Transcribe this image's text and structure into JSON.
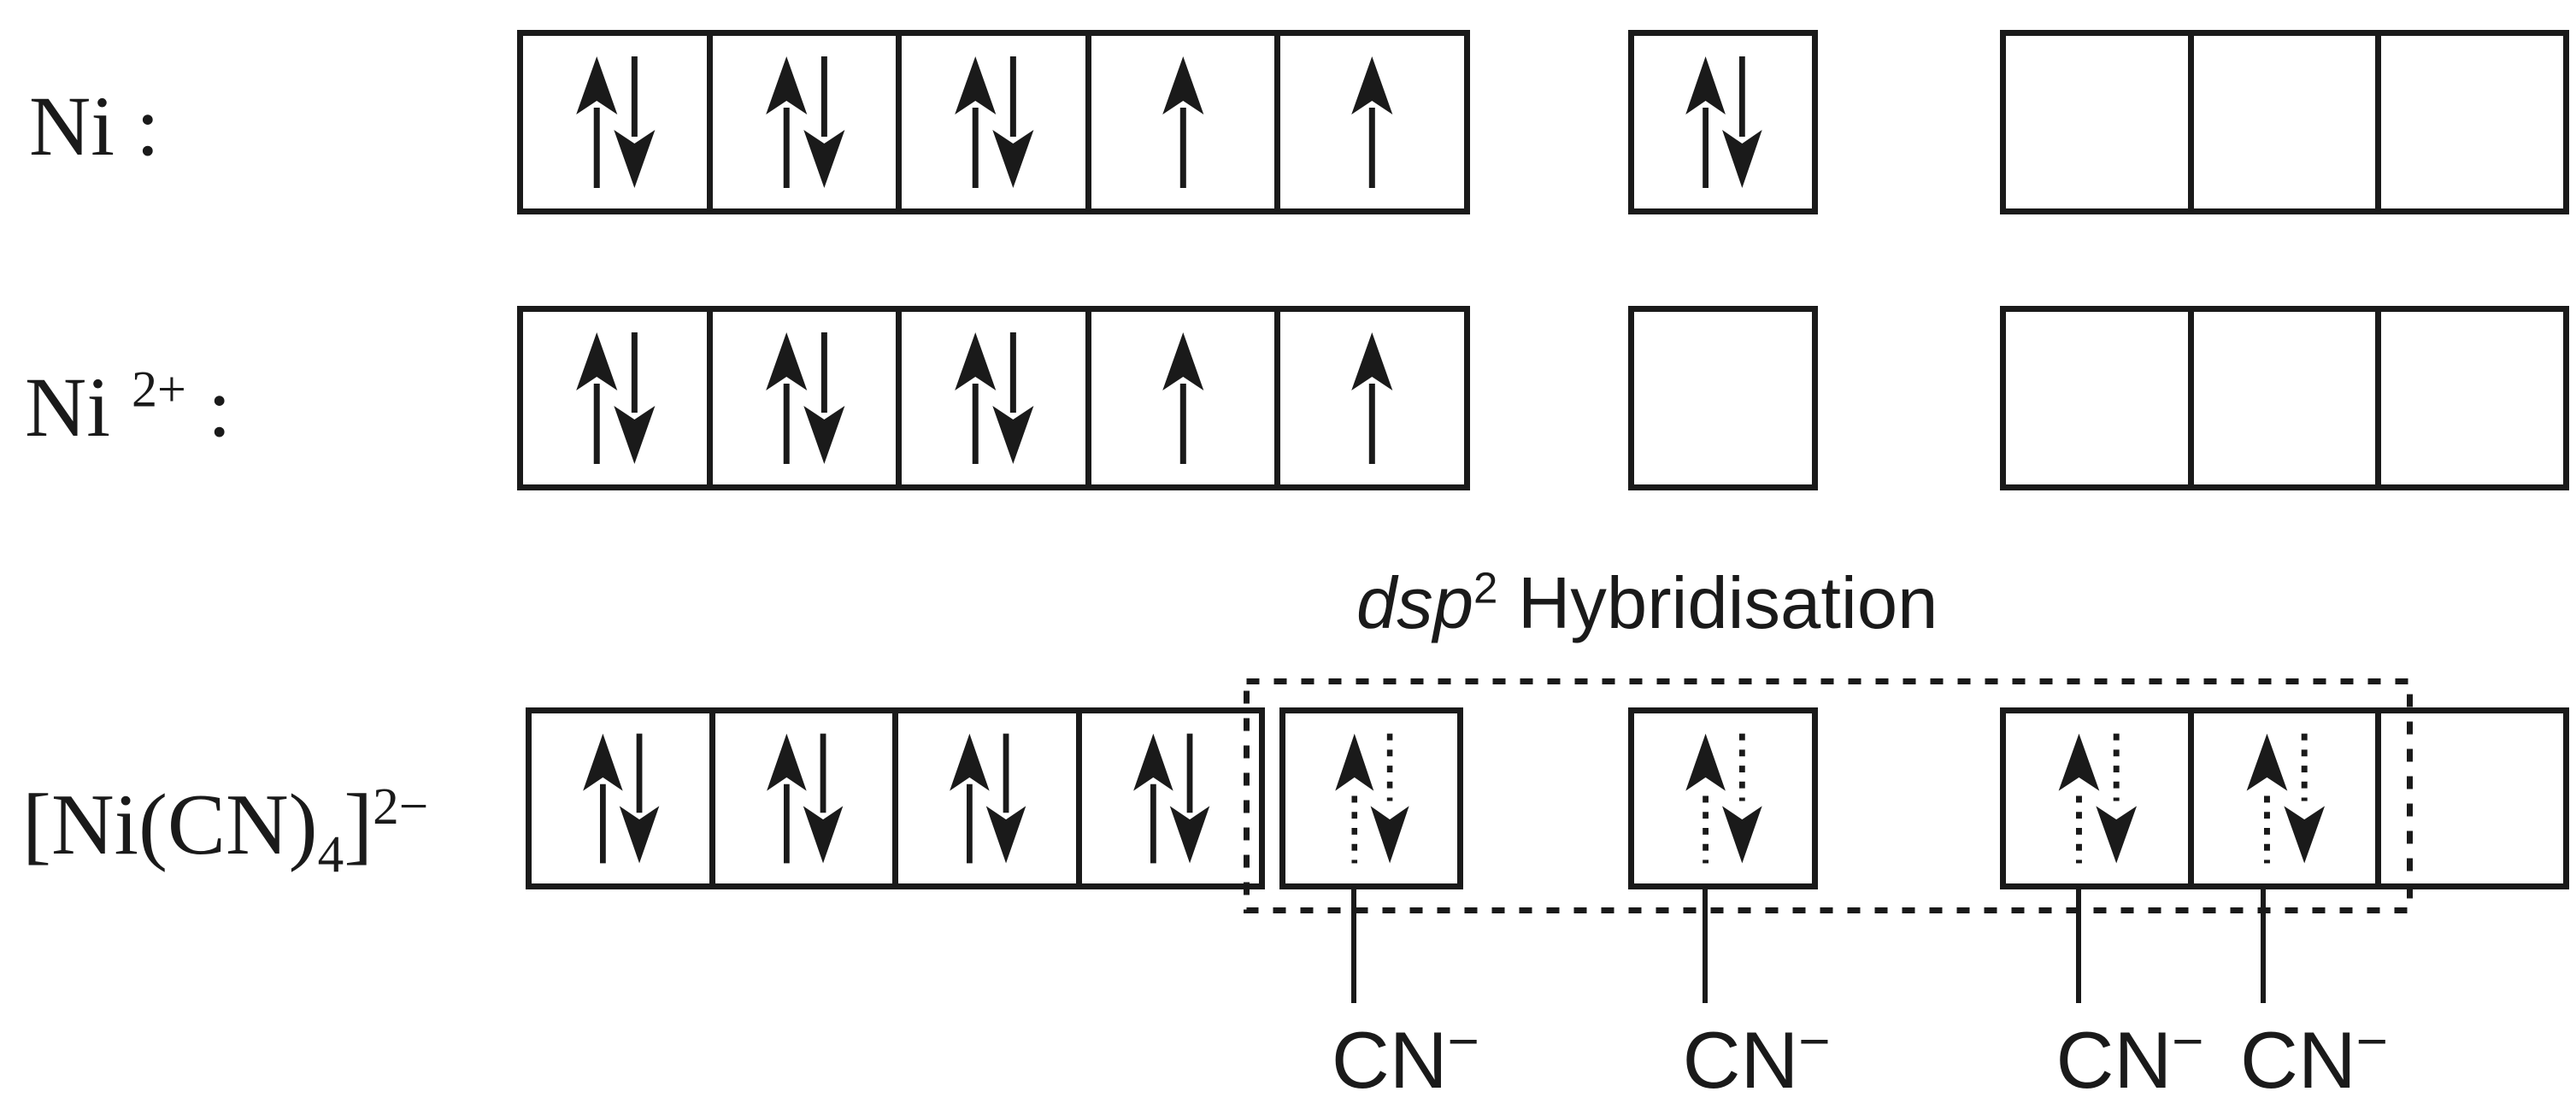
{
  "colors": {
    "ink": "#1a1a1a",
    "background": "#ffffff"
  },
  "rows": [
    {
      "name": "nickel-atom",
      "label": [
        {
          "t": "Ni :"
        }
      ],
      "d_orbitals": [
        "ud",
        "ud",
        "ud",
        "u",
        "u"
      ],
      "s_orbital": [
        "ud"
      ],
      "p_orbitals": [
        "",
        "",
        ""
      ]
    },
    {
      "name": "nickel-2plus-ion",
      "label": [
        {
          "t": "Ni "
        },
        {
          "t": "2+",
          "sup": true
        },
        {
          "t": " :"
        }
      ],
      "d_orbitals": [
        "ud",
        "ud",
        "ud",
        "u",
        "u"
      ],
      "s_orbital": [
        ""
      ],
      "p_orbitals": [
        "",
        "",
        ""
      ]
    },
    {
      "name": "tetracyanonickelate-complex",
      "label": [
        {
          "t": "[Ni(CN)"
        },
        {
          "t": "4",
          "sub": true
        },
        {
          "t": "]"
        },
        {
          "t": "2−",
          "sup": true
        }
      ],
      "d_orbitals": [
        "ud",
        "ud",
        "ud",
        "ud",
        "dd"
      ],
      "s_orbital": [
        "dd"
      ],
      "p_orbitals": [
        "dd",
        "dd",
        ""
      ]
    }
  ],
  "cell_codes": {
    "ud": "paired-electrons-solid",
    "u": "single-electron-solid",
    "dd": "donated-electron-pair-dotted",
    "": "empty-orbital"
  },
  "hybridisation_label": [
    {
      "t": "dsp",
      "italic": true
    },
    {
      "t": "2",
      "sup": true
    },
    {
      "t": " Hybridisation"
    }
  ],
  "ligand_labels": [
    [
      {
        "t": "CN"
      },
      {
        "t": "−",
        "sup": true
      }
    ],
    [
      {
        "t": "CN"
      },
      {
        "t": "−",
        "sup": true
      }
    ],
    [
      {
        "t": "CN"
      },
      {
        "t": "−",
        "sup": true
      }
    ],
    [
      {
        "t": "CN"
      },
      {
        "t": "−",
        "sup": true
      }
    ]
  ]
}
